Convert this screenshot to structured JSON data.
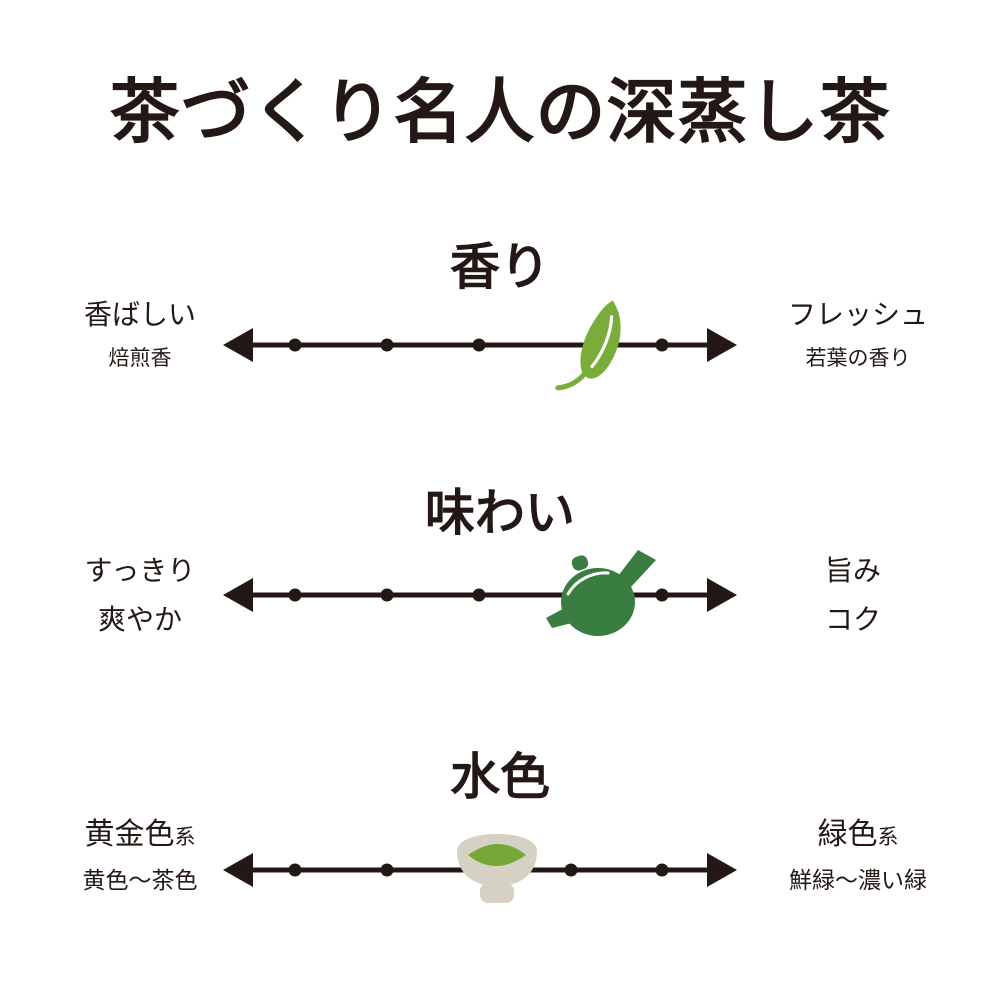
{
  "title": "茶づくり名人の深蒸し茶",
  "colors": {
    "text": "#231815",
    "line": "#231815",
    "leaf_green": "#7aac3c",
    "teapot_green": "#3a7d40",
    "bowl_ceramic": "#d5d2c3",
    "tea_green": "#76a837",
    "background": "#ffffff"
  },
  "chart_data": {
    "type": "scatter",
    "title": "茶づくり名人の深蒸し茶",
    "xlim": [
      1,
      5
    ],
    "tick_count": 5,
    "legend": "none",
    "scales": [
      {
        "name": "香り",
        "marker": "leaf-icon",
        "value": 4.3,
        "left": {
          "main": "香ばしい",
          "suffix": "",
          "sub": "焙煎香"
        },
        "right": {
          "main": "フレッシュ",
          "suffix": "",
          "sub": "若葉の香り"
        }
      },
      {
        "name": "味わい",
        "marker": "teapot-icon",
        "value": 4.3,
        "left": {
          "main": "すっきり",
          "suffix": "",
          "sub": "爽やか"
        },
        "right": {
          "main": "旨み",
          "suffix": "",
          "sub": "コク"
        }
      },
      {
        "name": "水色",
        "marker": "teacup-icon",
        "value": 3.2,
        "left": {
          "main": "黄金色",
          "suffix": "系",
          "sub": "黄色〜茶色"
        },
        "right": {
          "main": "緑色",
          "suffix": "系",
          "sub": "鮮緑〜濃い緑"
        }
      }
    ]
  }
}
